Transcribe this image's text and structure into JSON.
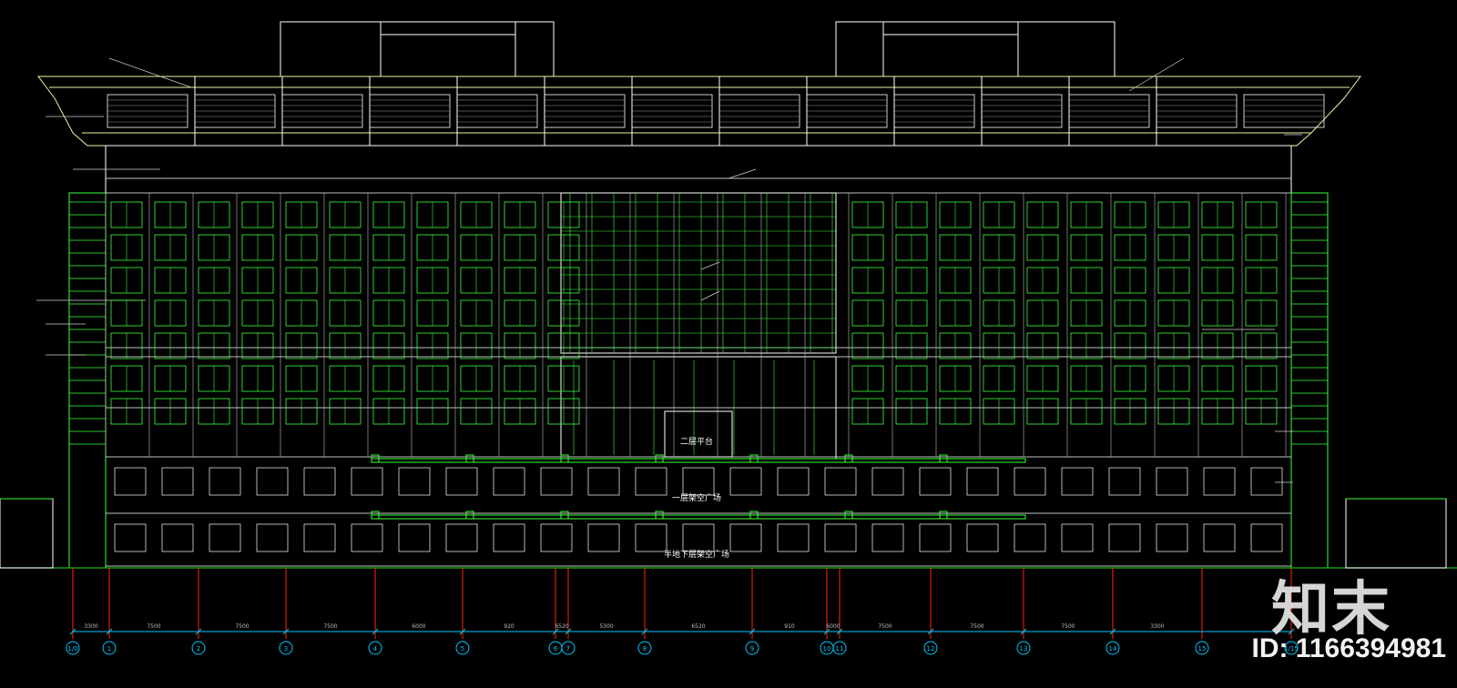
{
  "drawing": {
    "colors": {
      "background": "#000000",
      "outline": "#ffffff",
      "glazing": "#3cff3c",
      "axis": "#ff2a00",
      "dimension": "#00c8ff",
      "note": "#cfcfcf"
    },
    "center_labels": {
      "upper": "二层平台",
      "middle": "一层架空广场",
      "ground": "半地下层架空广场"
    },
    "dimensions": [
      "3300",
      "7500",
      "7500",
      "7500",
      "6000",
      "920",
      "6520",
      "5300",
      "6520",
      "910",
      "6000",
      "7500",
      "7500",
      "7500",
      "3300"
    ],
    "axis_labels": [
      "1/0",
      "1",
      "2",
      "3",
      "4",
      "5",
      "6",
      "7",
      "8",
      "9",
      "10",
      "11",
      "12",
      "13",
      "14",
      "15",
      "1/15"
    ]
  },
  "watermark": {
    "logo": "知末",
    "id": "ID: 1166394981"
  }
}
